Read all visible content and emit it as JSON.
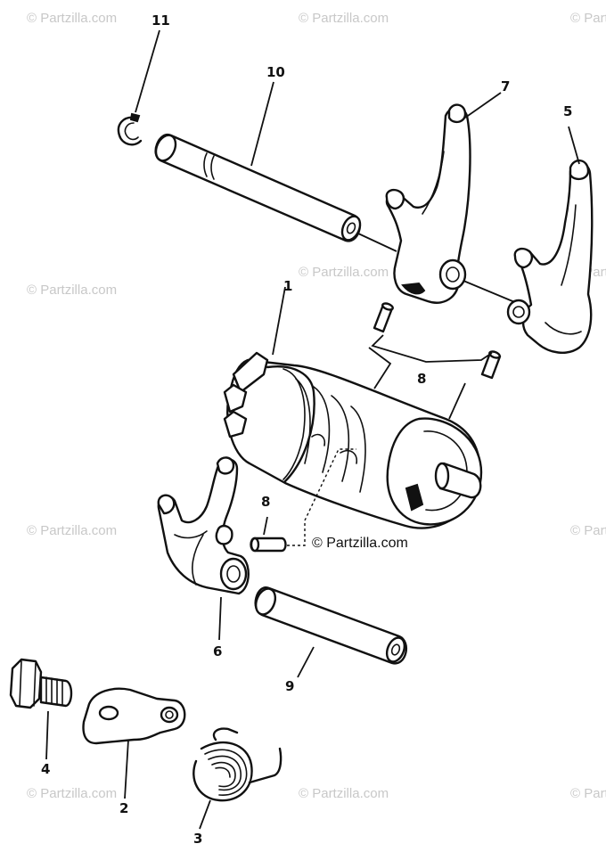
{
  "watermark": "© Partzilla.com",
  "brand_label": "© Partzilla.com",
  "callouts": {
    "c1": "1",
    "c2": "2",
    "c3": "3",
    "c4": "4",
    "c5": "5",
    "c6": "6",
    "c7": "7",
    "c8a": "8",
    "c8b": "8",
    "c9": "9",
    "c10": "10",
    "c11": "11"
  },
  "colors": {
    "line": "#111111",
    "background": "#ffffff",
    "watermark": "#c8c8c8"
  }
}
